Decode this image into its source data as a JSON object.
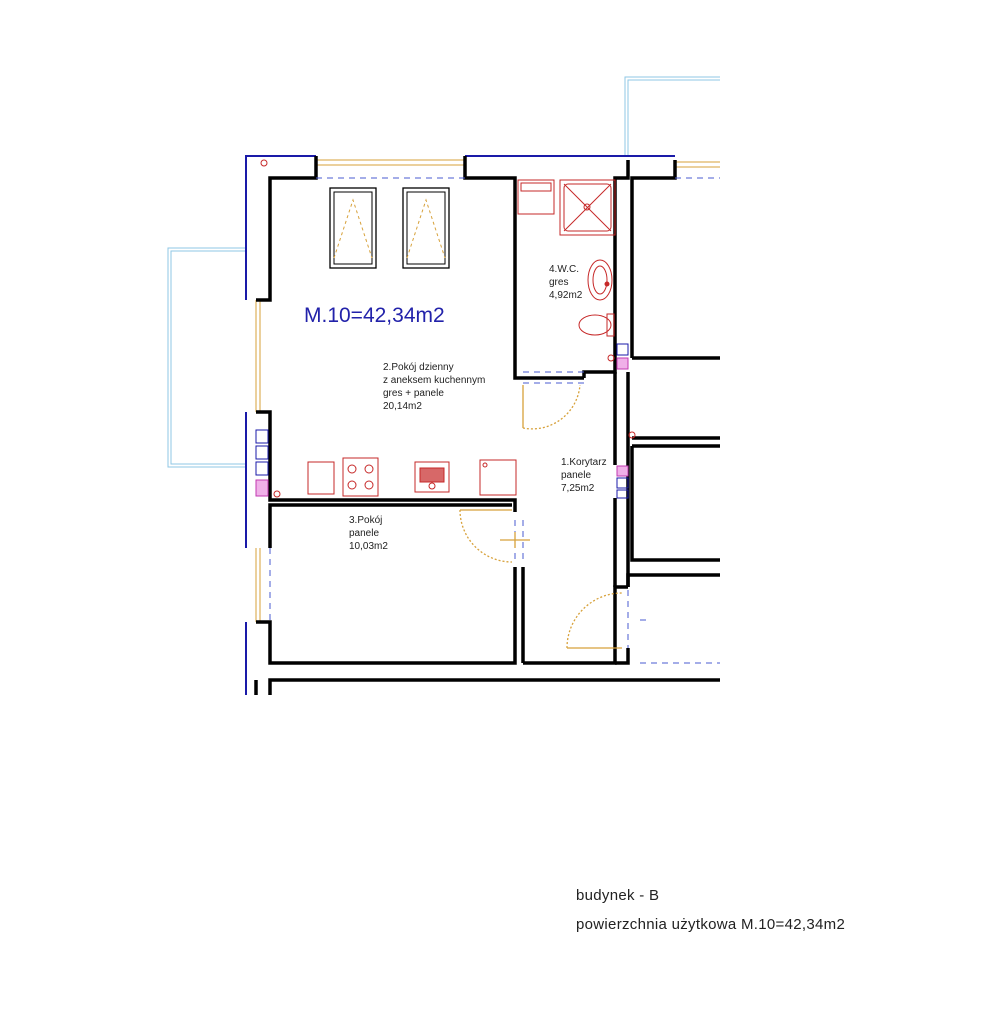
{
  "plan": {
    "unit_label": "M.10=42,34m2",
    "rooms": {
      "living": [
        "2.Pokój dzienny",
        "z aneksem kuchennym",
        "gres + panele",
        "20,14m2"
      ],
      "wc": [
        "4.W.C.",
        "gres",
        "4,92m2"
      ],
      "corridor": [
        "1.Korytarz",
        "panele",
        "7,25m2"
      ],
      "bedroom": [
        "3.Pokój",
        "panele",
        "10,03m2"
      ]
    }
  },
  "footer": {
    "building": "budynek - B",
    "usable_area": "powierzchnia użytkowa M.10=42,34m2"
  },
  "colors": {
    "wall": "#000000",
    "facade": "#1a1aa8",
    "balcony": "#8fc7e6",
    "fixtures": "#c62828",
    "door": "#d7a13a",
    "dashed": "#4a5bd0",
    "labels": "#2222aa"
  }
}
